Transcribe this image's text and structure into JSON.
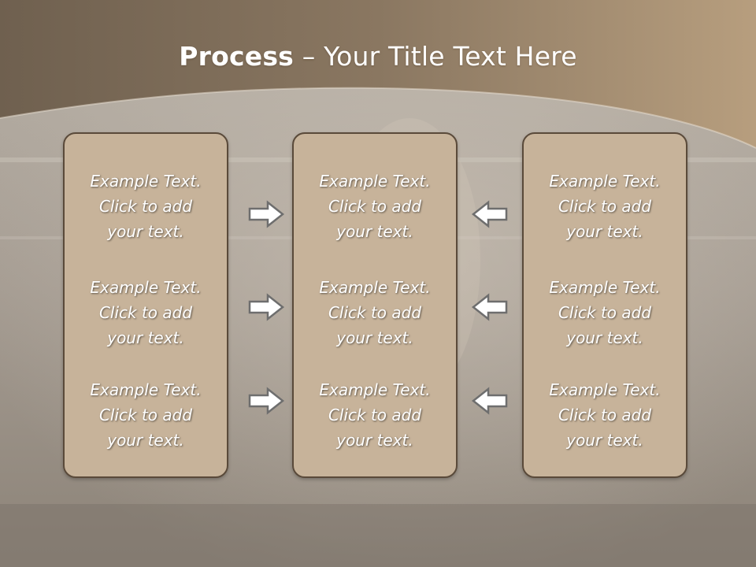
{
  "slide": {
    "title_bold": "Process",
    "title_rest": " – Your Title Text Here"
  },
  "columns": [
    {
      "items": [
        {
          "line1": "Example Text.",
          "line2": "Click  to add",
          "line3": "your text."
        },
        {
          "line1": "Example Text.",
          "line2": "Click  to add",
          "line3": "your text."
        },
        {
          "line1": "Example Text.",
          "line2": "Click  to add",
          "line3": "your text."
        }
      ]
    },
    {
      "items": [
        {
          "line1": "Example Text.",
          "line2": "Click  to add",
          "line3": "your text."
        },
        {
          "line1": "Example Text.",
          "line2": "Click  to add",
          "line3": "your text."
        },
        {
          "line1": "Example Text.",
          "line2": "Click  to add",
          "line3": "your text."
        }
      ]
    },
    {
      "items": [
        {
          "line1": "Example Text.",
          "line2": "Click  to add",
          "line3": "your text."
        },
        {
          "line1": "Example Text.",
          "line2": "Click  to add",
          "line3": "your text."
        },
        {
          "line1": "Example Text.",
          "line2": "Click  to add",
          "line3": "your text."
        }
      ]
    }
  ],
  "arrows": {
    "left_column": "right-arrow-icon",
    "right_column": "left-arrow-icon"
  },
  "colors": {
    "header": "#7d6a55",
    "box_fill": "#c7b39a",
    "box_border": "#5a4a3a",
    "text": "#ffffff"
  }
}
